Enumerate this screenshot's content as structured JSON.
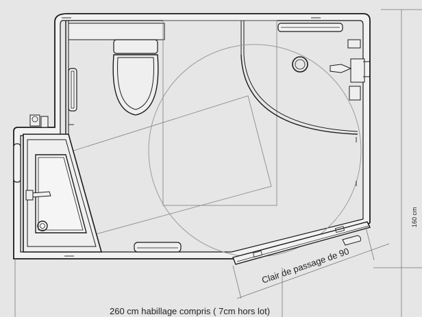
{
  "plan": {
    "door_clearance_label": "Clair de passage de 90",
    "width_dimension_label": "260 cm habillage compris ( 7cm hors lot)",
    "side_dimension_label": "160 cm"
  },
  "colors": {
    "background": "#e6e6e6",
    "wall_fill": "#f2f2f2",
    "line": "#1a1a1a",
    "thin_line": "#777777",
    "circle": "#9a9a9a"
  }
}
